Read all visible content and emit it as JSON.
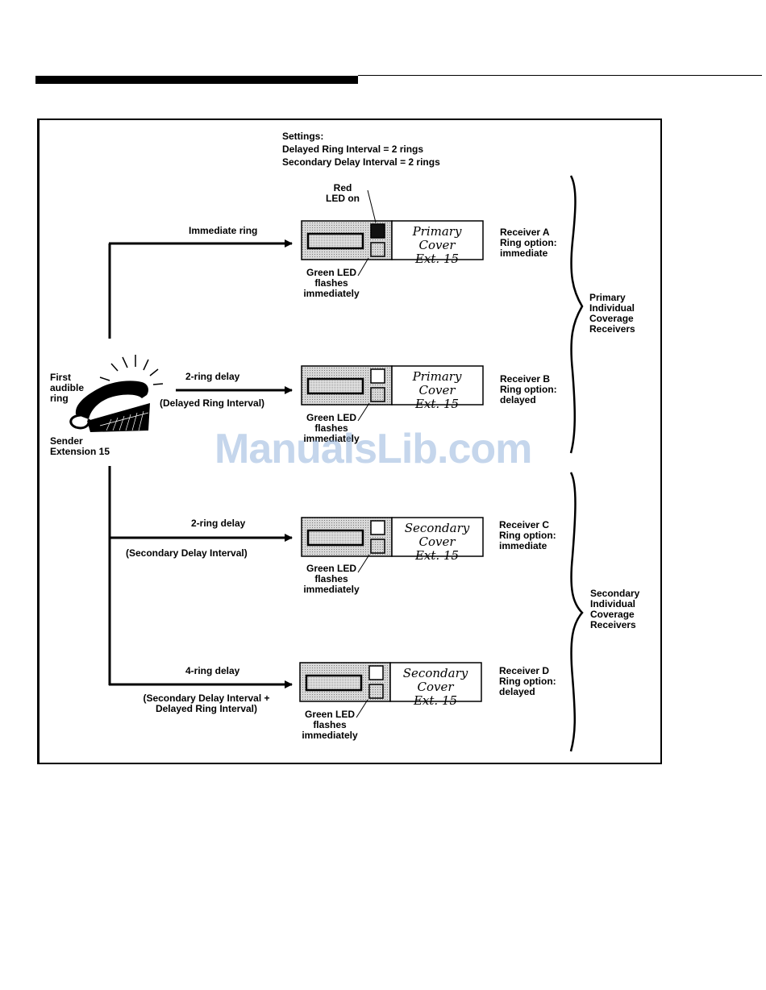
{
  "settings": {
    "heading": "Settings:",
    "line1": "Delayed Ring Interval = 2 rings",
    "line2": "Secondary Delay Interval = 2 rings"
  },
  "sender": {
    "first_ring": "First audible ring",
    "label": "Sender Extension 15"
  },
  "paths": [
    {
      "label": "Immediate ring",
      "sub": ""
    },
    {
      "label": "2-ring delay",
      "sub": "(Delayed Ring Interval)"
    },
    {
      "label": "2-ring delay",
      "sub": "(Secondary Delay Interval)"
    },
    {
      "label": "4-ring delay",
      "sub": "(Secondary Delay Interval + Delayed Ring Interval)"
    }
  ],
  "red_led_note": "Red LED on",
  "green_led_note": "Green LED flashes immediately",
  "receivers": [
    {
      "name": "Receiver A",
      "option": "Ring option:",
      "value": "immediate",
      "card_line1": "Primary Cover",
      "card_line2": "Ext. 15"
    },
    {
      "name": "Receiver B",
      "option": "Ring option:",
      "value": "delayed",
      "card_line1": "Primary Cover",
      "card_line2": "Ext. 15"
    },
    {
      "name": "Receiver C",
      "option": "Ring option:",
      "value": "immediate",
      "card_line1": "Secondary Cover",
      "card_line2": "Ext. 15"
    },
    {
      "name": "Receiver D",
      "option": "Ring option:",
      "value": "delayed",
      "card_line1": "Secondary Cover",
      "card_line2": "Ext. 15"
    }
  ],
  "groups": {
    "primary": "Primary Individual Coverage Receivers",
    "secondary": "Secondary Individual Coverage Receivers"
  },
  "watermark": "ManualsLib.com"
}
